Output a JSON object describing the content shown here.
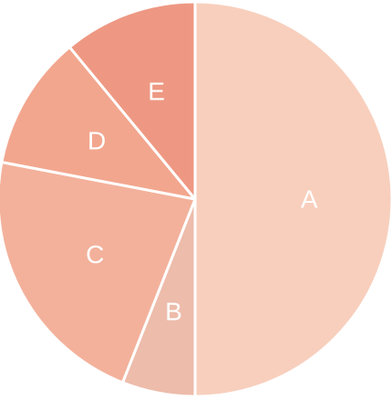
{
  "chart_data": {
    "type": "pie",
    "title": "",
    "start_angle_deg": 0,
    "direction": "clockwise",
    "categories": [
      "A",
      "B",
      "C",
      "D",
      "E"
    ],
    "values": [
      50,
      6,
      22,
      11,
      11
    ],
    "colors": [
      "#f8cfbd",
      "#edbcab",
      "#f3b19b",
      "#f2a68e",
      "#ee9883"
    ]
  }
}
